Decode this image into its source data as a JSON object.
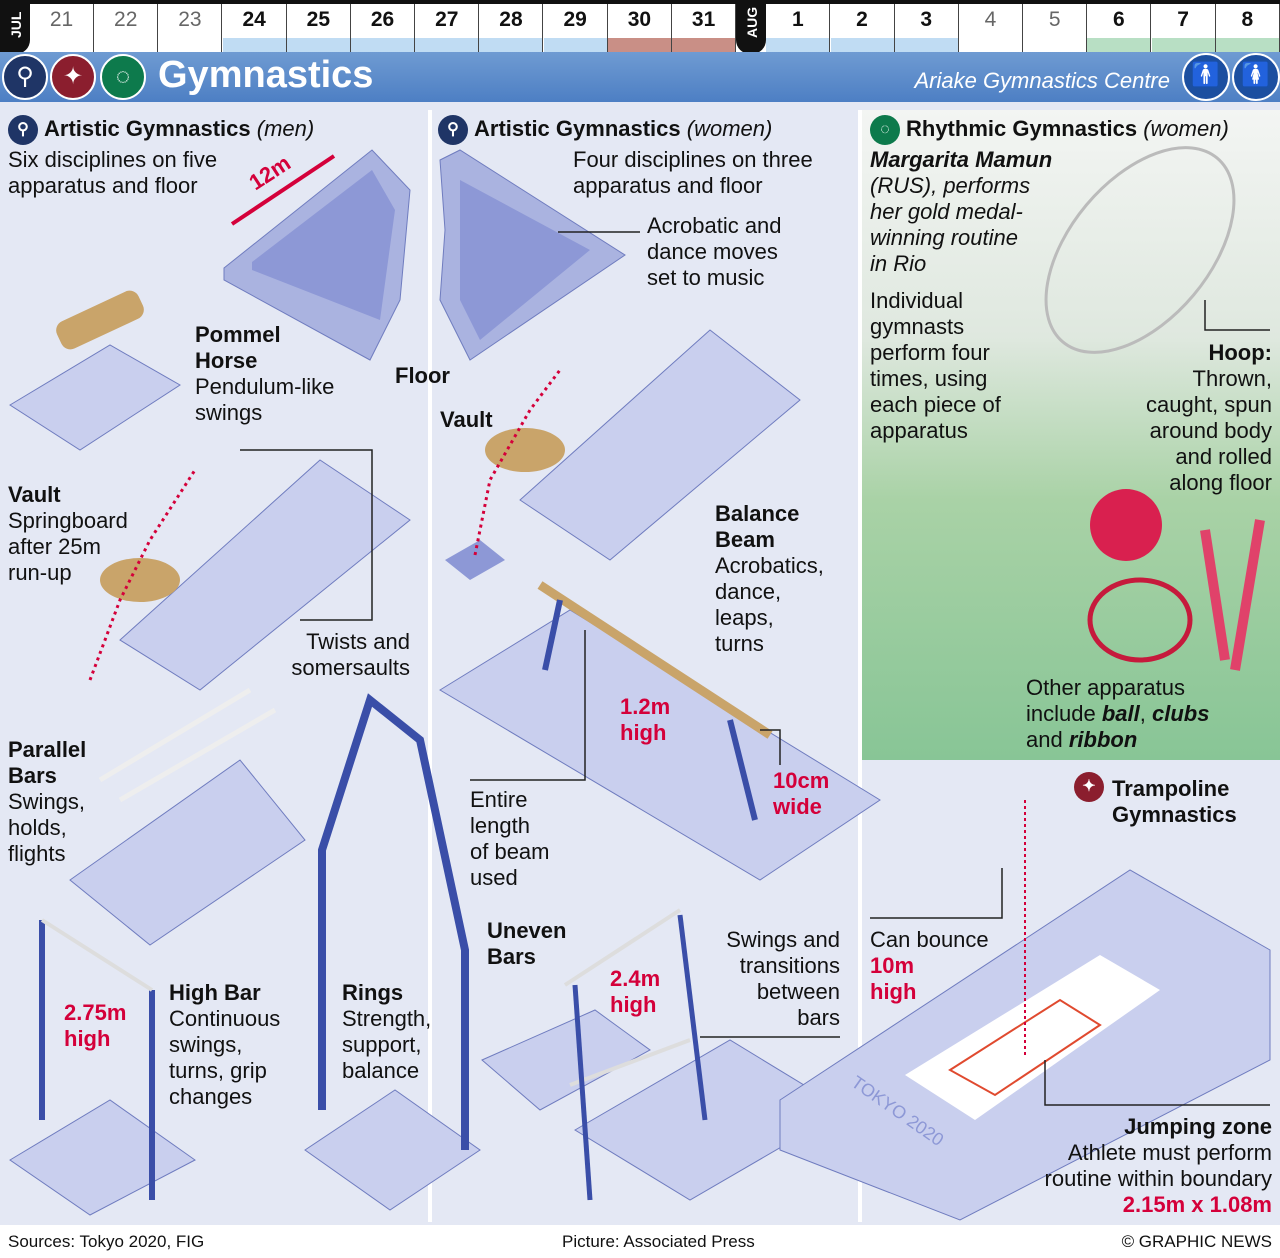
{
  "calendar": {
    "months": [
      "JUL",
      "AUG"
    ],
    "days": [
      {
        "d": "21",
        "state": "none"
      },
      {
        "d": "22",
        "state": "none"
      },
      {
        "d": "23",
        "state": "none"
      },
      {
        "d": "24",
        "state": "blue"
      },
      {
        "d": "25",
        "state": "blue"
      },
      {
        "d": "26",
        "state": "blue"
      },
      {
        "d": "27",
        "state": "blue"
      },
      {
        "d": "28",
        "state": "blue"
      },
      {
        "d": "29",
        "state": "blue"
      },
      {
        "d": "30",
        "state": "red"
      },
      {
        "d": "31",
        "state": "red"
      },
      {
        "d": "1",
        "state": "blue"
      },
      {
        "d": "2",
        "state": "blue"
      },
      {
        "d": "3",
        "state": "blue"
      },
      {
        "d": "4",
        "state": "none"
      },
      {
        "d": "5",
        "state": "none"
      },
      {
        "d": "6",
        "state": "green"
      },
      {
        "d": "7",
        "state": "green"
      },
      {
        "d": "8",
        "state": "green"
      }
    ],
    "colors": {
      "blue": "#c0dcf3",
      "red": "#c98f86",
      "green": "#b8dfc4"
    }
  },
  "banner": {
    "title": "Gymnastics",
    "venue": "Ariake Gymnastics Centre"
  },
  "men": {
    "title": "Artistic Gymnastics",
    "qualifier": "(men)",
    "intro": [
      "Six disciplines on five",
      "apparatus and floor"
    ],
    "floor_size": "12m",
    "floor": "Floor",
    "pommel": {
      "title": [
        "Pommel",
        "Horse"
      ],
      "desc": [
        "Pendulum-like",
        "swings"
      ]
    },
    "vault": {
      "title": "Vault",
      "desc": [
        "Springboard",
        "after 25m",
        "run-up"
      ]
    },
    "twists": [
      "Twists and",
      "somersaults"
    ],
    "parallel": {
      "title": [
        "Parallel",
        "Bars"
      ],
      "desc": [
        "Swings,",
        "holds,",
        "flights"
      ]
    },
    "highbar_height": [
      "2.75m",
      "high"
    ],
    "highbar": {
      "title": "High Bar",
      "desc": [
        "Continuous",
        "swings,",
        "turns, grip",
        "changes"
      ]
    },
    "rings": {
      "title": "Rings",
      "desc": [
        "Strength,",
        "support,",
        "balance"
      ]
    }
  },
  "women": {
    "title": "Artistic Gymnastics",
    "qualifier": "(women)",
    "intro": [
      "Four disciplines on three",
      "apparatus and floor"
    ],
    "floor_note": [
      "Acrobatic and",
      "dance moves",
      "set to music"
    ],
    "vault": "Vault",
    "beam": {
      "title": [
        "Balance",
        "Beam"
      ],
      "desc": [
        "Acrobatics,",
        "dance,",
        "leaps,",
        "turns"
      ]
    },
    "beam_height": [
      "1.2m",
      "high"
    ],
    "beam_width": [
      "10cm",
      "wide"
    ],
    "beam_length": [
      "Entire",
      "length",
      "of beam",
      "used"
    ],
    "uneven": {
      "title": [
        "Uneven",
        "Bars"
      ]
    },
    "uneven_height": [
      "2.4m",
      "high"
    ],
    "uneven_desc": [
      "Swings and",
      "transitions",
      "between",
      "bars"
    ]
  },
  "rhythmic": {
    "title": "Rhythmic Gymnastics",
    "qualifier": "(women)",
    "caption_name": "Margarita Mamun",
    "caption": [
      "(RUS), performs",
      "her gold medal-",
      "winning routine",
      "in Rio"
    ],
    "individual": [
      "Individual",
      "gymnasts",
      "perform four",
      "times, using",
      "each piece of",
      "apparatus"
    ],
    "hoop_title": "Hoop:",
    "hoop": [
      "Thrown,",
      "caught, spun",
      "around body",
      "and rolled",
      "along floor"
    ],
    "other_1": "Other apparatus",
    "other_2a": "include ",
    "ball": "ball",
    ", ": ", ",
    "clubs": "clubs",
    "and": "and ",
    "ribbon": "ribbon"
  },
  "trampoline": {
    "title": [
      "Trampoline",
      "Gymnastics"
    ],
    "bounce": "Can bounce",
    "bounce_h": [
      "10m",
      "high"
    ],
    "zone_title": "Jumping zone",
    "zone": [
      "Athlete must perform",
      "routine within boundary"
    ],
    "zone_size": "2.15m x 1.08m",
    "logo": "TOKYO 2020"
  },
  "footer": {
    "sources": "Sources: Tokyo 2020, FIG",
    "picture": "Picture: Associated Press",
    "credit": "© GRAPHIC NEWS"
  }
}
